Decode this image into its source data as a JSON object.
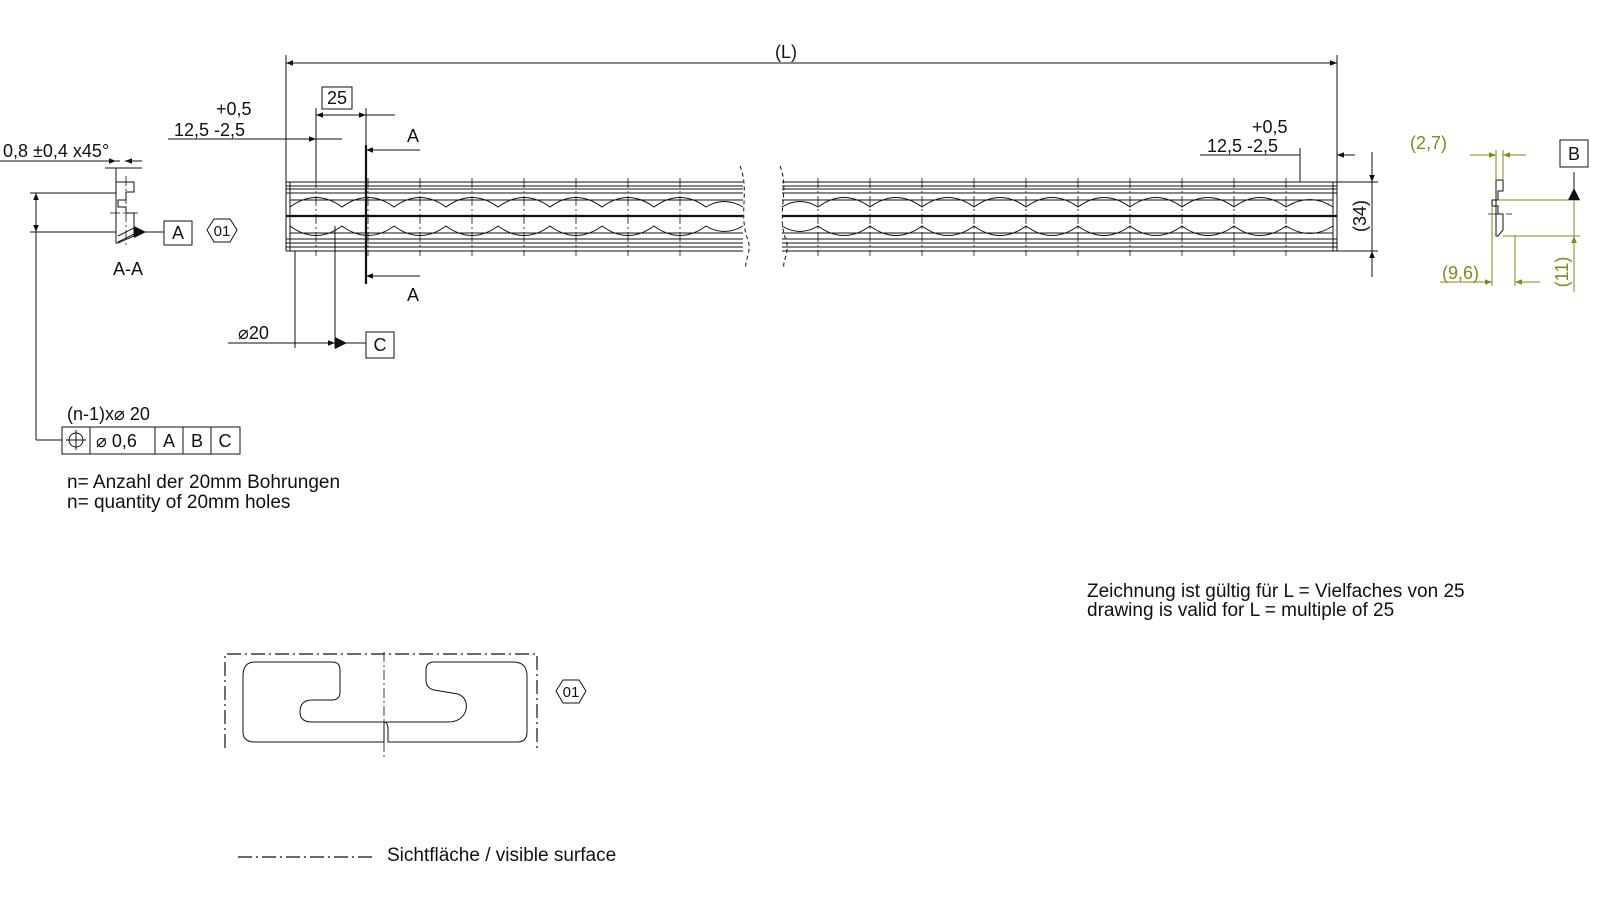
{
  "dimensions": {
    "length": "(L)",
    "pitch_box": "25",
    "left_offset_upper": "+0,5",
    "left_offset_lower": "12,5 -2,5",
    "right_offset_upper": "+0,5",
    "right_offset_lower": "12,5 -2,5",
    "height": "(34)",
    "diameter": "⌀20",
    "chamfer": "0,8 ±0,4 x45°",
    "profile_width": "(2,7)",
    "profile_depth": "(9,6)",
    "profile_height": "(11)"
  },
  "section": {
    "label": "A-A",
    "cut_marker_top": "A",
    "cut_marker_bottom": "A"
  },
  "datums": {
    "a": "A",
    "b": "B",
    "c": "C"
  },
  "surface_symbol": "01",
  "tolerance": {
    "hole_callout": "(n-1)x⌀ 20",
    "symbol": "⌖",
    "value": "⌀  0,6",
    "ref_a": "A",
    "ref_b": "B",
    "ref_c": "C"
  },
  "notes": {
    "n_de": "n= Anzahl der 20mm Bohrungen",
    "n_en": "n= quantity of 20mm holes",
    "valid_de": "Zeichnung ist gültig für L = Vielfaches von 25",
    "valid_en": "drawing is valid for L = multiple of 25",
    "legend": "Sichtfläche / visible surface"
  },
  "colors": {
    "line": "#111111",
    "reference_dimension": "#7f8a1a"
  }
}
